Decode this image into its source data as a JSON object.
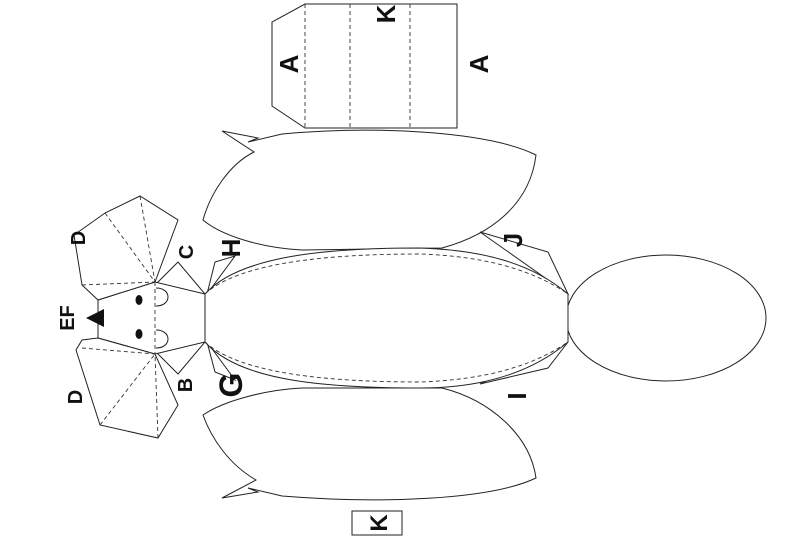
{
  "labels": {
    "a1": "A",
    "a2": "A",
    "k1": "K",
    "k2": "K",
    "c": "C",
    "h": "H",
    "j": "J",
    "d1": "D",
    "d2": "D",
    "ef": "EF",
    "b": "B",
    "g": "G",
    "i": "I"
  }
}
